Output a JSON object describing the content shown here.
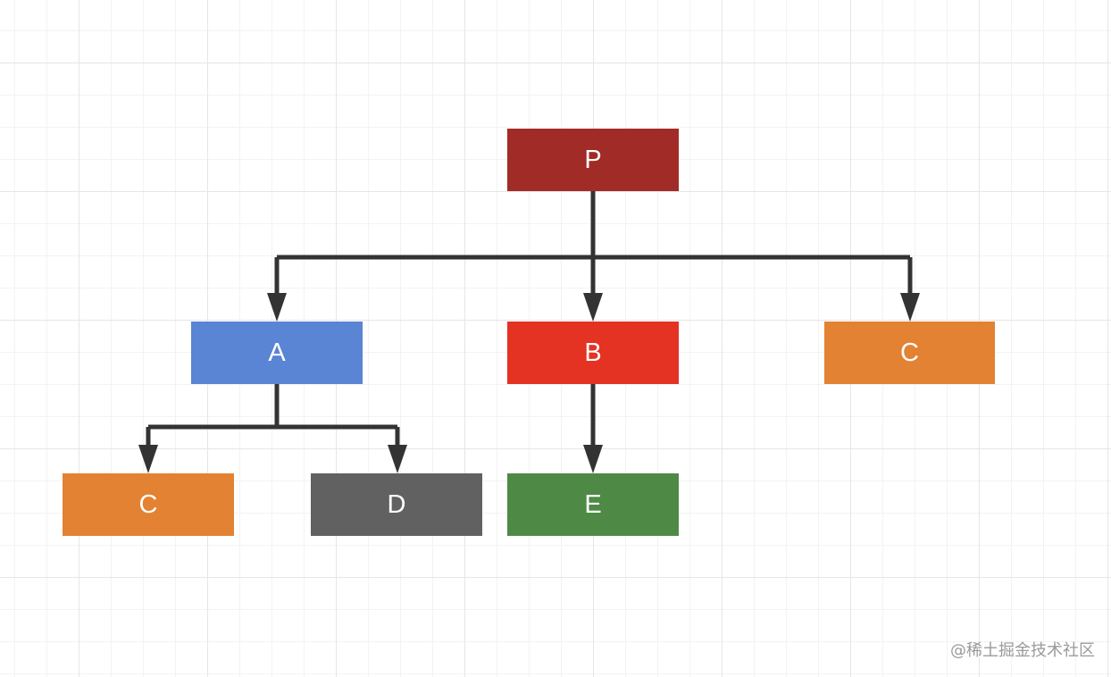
{
  "nodes": [
    {
      "id": "P",
      "label": "P",
      "color": "#a12b26"
    },
    {
      "id": "A",
      "label": "A",
      "color": "#5a84d4"
    },
    {
      "id": "B",
      "label": "B",
      "color": "#e43223"
    },
    {
      "id": "C1",
      "label": "C",
      "color": "#e38232"
    },
    {
      "id": "C2",
      "label": "C",
      "color": "#e38232"
    },
    {
      "id": "D",
      "label": "D",
      "color": "#616161"
    },
    {
      "id": "E",
      "label": "E",
      "color": "#4e8a46"
    }
  ],
  "edges": [
    {
      "from": "P",
      "to": "A"
    },
    {
      "from": "P",
      "to": "B"
    },
    {
      "from": "P",
      "to": "C1"
    },
    {
      "from": "A",
      "to": "C2"
    },
    {
      "from": "A",
      "to": "D"
    },
    {
      "from": "B",
      "to": "E"
    }
  ],
  "style": {
    "connector_color": "#333333",
    "grid_color": "#e6e6e6",
    "background_color": "#ffffff"
  },
  "watermark": "@稀土掘金技术社区"
}
